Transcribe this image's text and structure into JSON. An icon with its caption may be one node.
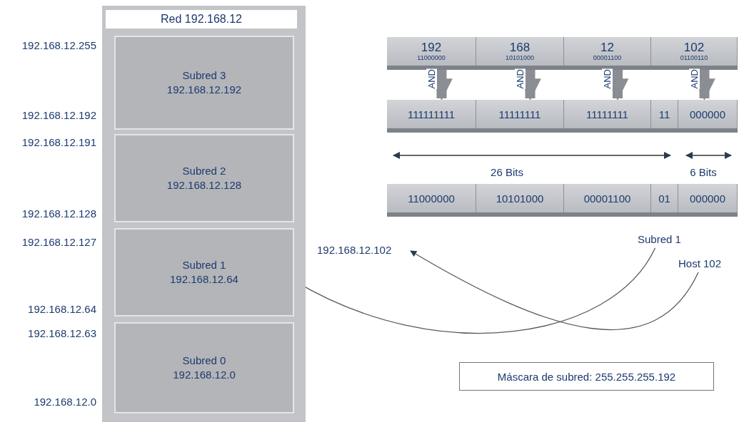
{
  "diagram": {
    "nodes": [
      {
        "text": [
          "Red 192.168.12"
        ]
      },
      {
        "text": [
          "Subred 3",
          "192.168.12.192"
        ],
        "in": 0
      },
      {
        "text": [
          "Subred 2",
          "192.168.12.128"
        ],
        "in": 0
      },
      {
        "text": [
          "Subred 1",
          "192.168.12.64"
        ],
        "in": 0
      },
      {
        "text": [
          "Subred 0",
          "192.168.12.0"
        ],
        "in": 0
      },
      {
        "text": [
          "192.168.12.102"
        ]
      },
      {
        "text": [
          "192",
          "11000000"
        ]
      },
      {
        "text": [
          "168",
          "10101000"
        ]
      },
      {
        "text": [
          "12",
          "00001100"
        ]
      },
      {
        "text": [
          "102",
          "01100110"
        ]
      },
      {
        "text": [
          "111111111"
        ]
      },
      {
        "text": [
          "11111111"
        ]
      },
      {
        "text": [
          "11111111"
        ]
      },
      {
        "text": [
          "11"
        ]
      },
      {
        "text": [
          "000000"
        ]
      },
      {
        "text": [
          "11000000"
        ]
      },
      {
        "text": [
          "10101000"
        ]
      },
      {
        "text": [
          "00001100"
        ]
      },
      {
        "text": [
          "01"
        ]
      },
      {
        "text": [
          "000000"
        ]
      },
      {
        "text": [
          "Subred 1"
        ]
      },
      {
        "text": [
          "Host 102"
        ]
      },
      {
        "text": [
          "Máscara de subred: 255.255.255.192"
        ]
      }
    ],
    "edges": [
      {
        "from": 6,
        "to": 10,
        "arrow": "to",
        "label": "AND"
      },
      {
        "from": 7,
        "to": 11,
        "arrow": "to",
        "label": "AND"
      },
      {
        "from": 8,
        "to": 12,
        "arrow": "to",
        "label": "AND"
      },
      {
        "from": 9,
        "to": 14,
        "arrow": "to",
        "label": "AND"
      },
      {
        "from": 20,
        "to": 3,
        "arrow": "to"
      },
      {
        "from": 21,
        "to": 5,
        "arrow": "to"
      }
    ],
    "labels": [
      "192.168.12.255",
      "192.168.12.192",
      "192.168.12.191",
      "192.168.12.128",
      "192.168.12.127",
      "192.168.12.64",
      "192.168.12.63",
      "192.168.12.0",
      "26 Bits",
      "6 Bits"
    ]
  }
}
